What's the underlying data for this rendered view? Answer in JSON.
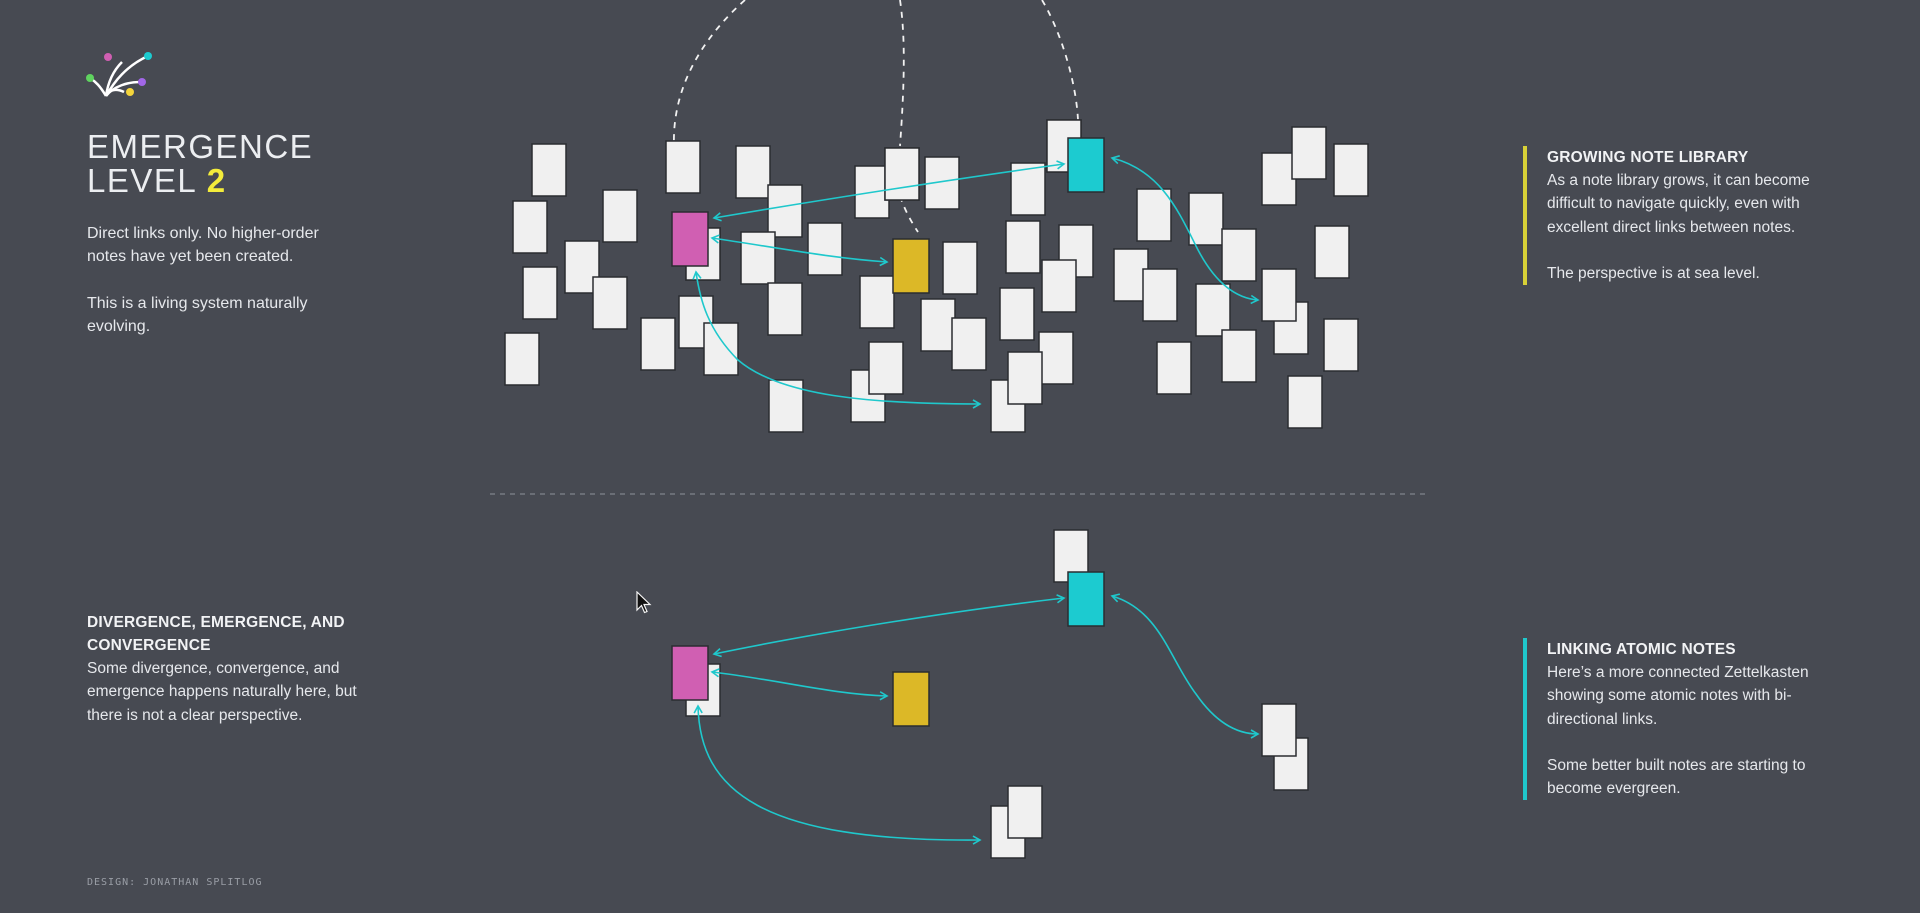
{
  "header": {
    "title_line1": "EMERGENCE",
    "title_line2_prefix": "LEVEL",
    "title_level": "2"
  },
  "intro": {
    "p1": "Direct links only. No higher-order notes have yet been created.",
    "p2": "This is a living system naturally evolving."
  },
  "divergence": {
    "heading": "DIVERGENCE, EMERGENCE, AND CONVERGENCE",
    "body": "Some divergence, convergence, and emergence happens naturally here, but there is not a clear perspective."
  },
  "growing": {
    "heading": "GROWING NOTE LIBRARY",
    "body1": "As a note library grows, it can become difficult to navigate quickly, even with excellent direct links between notes.",
    "body2": "The perspective is at sea level."
  },
  "linking": {
    "heading": "LINKING ATOMIC NOTES",
    "body1": "Here’s a more connected Zettelkasten showing some atomic notes with bi-directional links.",
    "body2": "Some better built notes are starting to become evergreen."
  },
  "credit": "DESIGN: JONATHAN SPLITLOG",
  "colors": {
    "background": "#474a52",
    "note": "#f0f0f0",
    "highlight_magenta": "#d05fb2",
    "highlight_yellow": "#dcb827",
    "highlight_cyan": "#1ccbd0",
    "link": "#1fc8cc",
    "level_accent": "#f3ec3b",
    "growing_bar": "#d8d137",
    "linking_bar": "#1fc8cc"
  },
  "icons": {
    "logo": "branching-lines-logo-icon",
    "cursor": "mouse-pointer-icon"
  }
}
